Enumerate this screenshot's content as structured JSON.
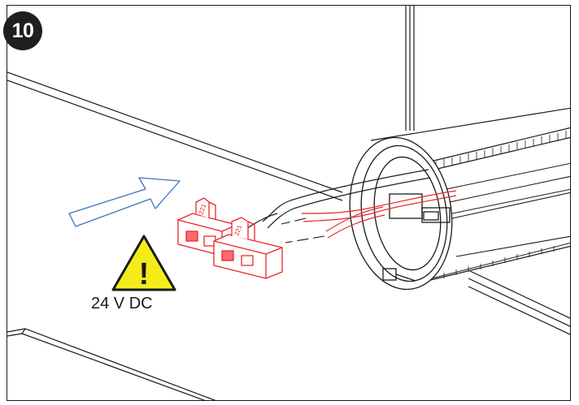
{
  "step": {
    "number": "10"
  },
  "warning": {
    "voltage_label": "24 V DC",
    "symbol": "!",
    "icon": "warning-triangle-icon"
  },
  "connectors": {
    "marking": "221"
  },
  "colors": {
    "line": "#1a1a1a",
    "connector_red": "#e8262a",
    "connector_fill": "#ff6a6a",
    "arrow_blue": "#3a74b8",
    "warning_yellow": "#f4ec1a",
    "badge": "#1f1f1f"
  }
}
